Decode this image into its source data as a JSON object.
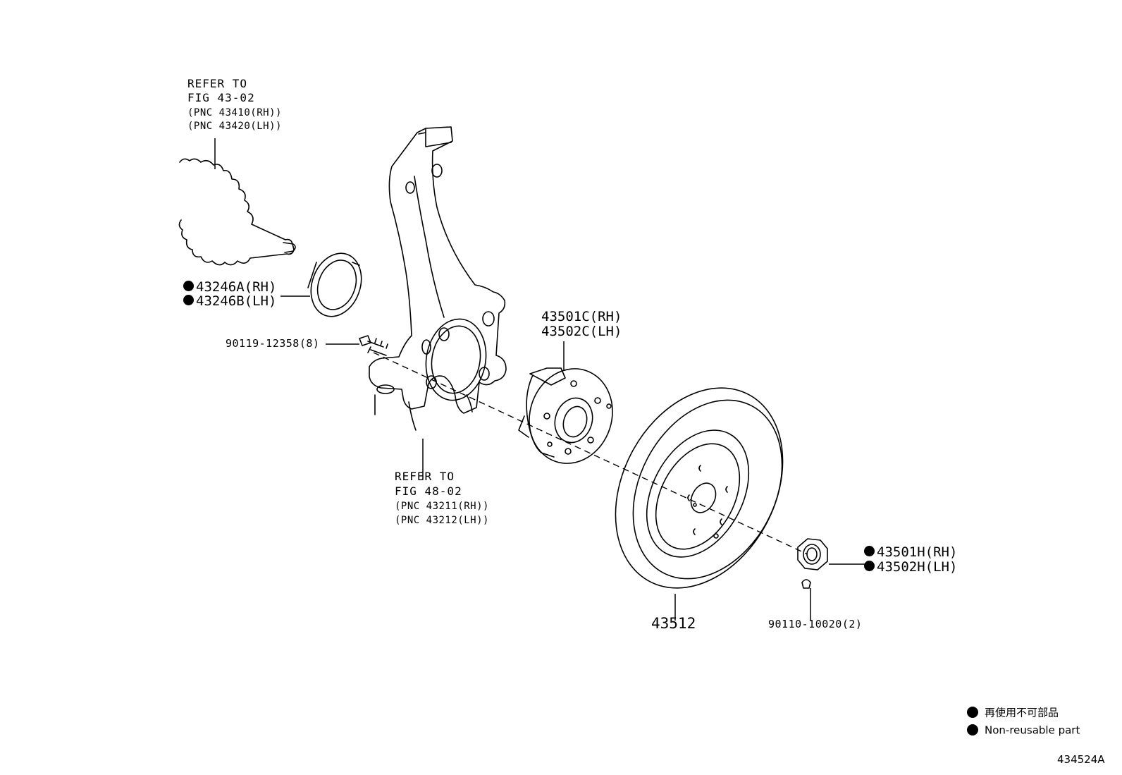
{
  "refer_to_knuckle_drive": {
    "line1": "REFER TO",
    "line2": "FIG 43-02",
    "line3": "(PNC 43410(RH))",
    "line4": "(PNC 43420(LH))"
  },
  "refer_to_knuckle": {
    "line1": "REFER TO",
    "line2": "FIG 48-02",
    "line3": "(PNC 43211(RH))",
    "line4": "(PNC 43212(LH))"
  },
  "parts": {
    "seal_rh": "43246A(RH)",
    "seal_lh": "43246B(LH)",
    "bolt": "90119-12358(8)",
    "hub_rh": "43501C(RH)",
    "hub_lh": "43502C(LH)",
    "disc": "43512",
    "nut_rh": "43501H(RH)",
    "nut_lh": "43502H(LH)",
    "screw": "90110-10020(2)"
  },
  "legend": {
    "japanese": "再使用不可部品",
    "english": "Non-reusable part"
  },
  "figure_id": "434524A",
  "colors": {
    "ink": "#000000",
    "background": "#ffffff"
  }
}
